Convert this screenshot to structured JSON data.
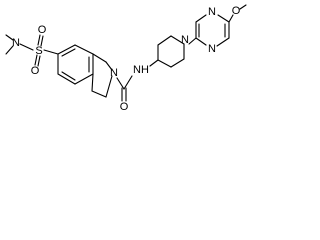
{
  "molecule": {
    "atoms": {
      "n_dimethyl": "N",
      "s_sulfonyl": "S",
      "o_sulfonyl_top": "O",
      "o_sulfonyl_bottom": "O",
      "n_indoline": "N",
      "o_carbonyl": "O",
      "nh_amide": "NH",
      "n_piperidine": "N",
      "n_pyrimidine_upper": "N",
      "n_pyrimidine_lower": "N",
      "o_methoxy": "O"
    }
  }
}
